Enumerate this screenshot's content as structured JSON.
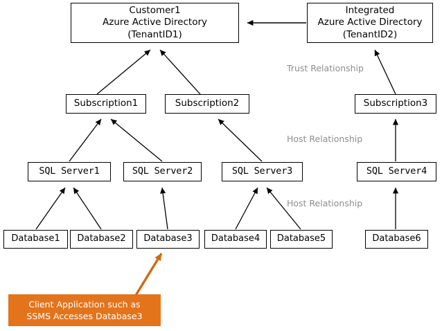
{
  "diagram": {
    "title": "Azure Active Directory tenant, subscription, SQL server and database hierarchy",
    "background_color": "#ffffff",
    "line_color": "#000000",
    "accent_color": "#e3741c",
    "label_color": "#8d8d8d",
    "nodes": {
      "tenant1": {
        "line1": "Customer1",
        "line2": "Azure Active Directory",
        "line3": "(TenantID1)"
      },
      "tenant2": {
        "line1": "Integrated",
        "line2": "Azure Active Directory",
        "line3": "(TenantID2)"
      },
      "subscription1": {
        "label": "Subscription1"
      },
      "subscription2": {
        "label": "Subscription2"
      },
      "subscription3": {
        "label": "Subscription3"
      },
      "server1": {
        "label": "SQL Server1"
      },
      "server2": {
        "label": "SQL Server2"
      },
      "server3": {
        "label": "SQL Server3"
      },
      "server4": {
        "label": "SQL Server4"
      },
      "database1": {
        "label": "Database1"
      },
      "database2": {
        "label": "Database2"
      },
      "database3": {
        "label": "Database3"
      },
      "database4": {
        "label": "Database4"
      },
      "database5": {
        "label": "Database5"
      },
      "database6": {
        "label": "Database6"
      }
    },
    "relationship_labels": {
      "trust": "Trust Relationship",
      "host_upper": "Host Relationship",
      "host_lower": "Host Relationship"
    },
    "callout": {
      "line1": "Client Application such as",
      "line2": "SSMS Accesses Database3"
    },
    "edges": [
      {
        "from": "tenant2",
        "to": "tenant1",
        "type": "trust"
      },
      {
        "from": "subscription1",
        "to": "tenant1",
        "type": "host"
      },
      {
        "from": "subscription2",
        "to": "tenant1",
        "type": "host"
      },
      {
        "from": "subscription3",
        "to": "tenant2",
        "type": "host"
      },
      {
        "from": "server1",
        "to": "subscription1",
        "type": "host"
      },
      {
        "from": "server2",
        "to": "subscription1",
        "type": "host"
      },
      {
        "from": "server3",
        "to": "subscription2",
        "type": "host"
      },
      {
        "from": "server4",
        "to": "subscription3",
        "type": "host"
      },
      {
        "from": "database1",
        "to": "server1",
        "type": "host"
      },
      {
        "from": "database2",
        "to": "server1",
        "type": "host"
      },
      {
        "from": "database3",
        "to": "server2",
        "type": "host"
      },
      {
        "from": "database4",
        "to": "server3",
        "type": "host"
      },
      {
        "from": "database5",
        "to": "server3",
        "type": "host"
      },
      {
        "from": "database6",
        "to": "server4",
        "type": "host"
      },
      {
        "from": "callout",
        "to": "database3",
        "type": "access"
      }
    ]
  }
}
